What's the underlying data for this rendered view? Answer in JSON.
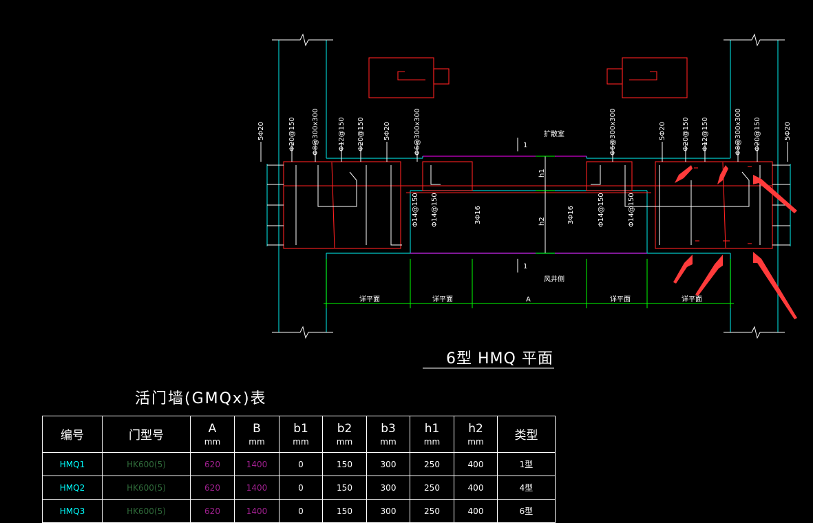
{
  "drawing": {
    "plan_title": "6型 HMQ  平面",
    "labels": {
      "room_top": "扩散室",
      "room_bottom": "风井侧",
      "h1": "h1",
      "h2": "h2",
      "section_mark": "1",
      "dim_b": "详平面",
      "dim_A": "A",
      "rebar_5phi20": "5Φ20",
      "rebar_phi20_150": "Φ20@150",
      "rebar_phi8_300": "Φ8@300x300",
      "rebar_phi12_150": "Φ12@150",
      "rebar_phi6_300": "Φ6@300x300",
      "rebar_phi14_150": "Φ14@150",
      "rebar_3phi16": "3Φ16"
    },
    "colors": {
      "outline": "#00c8c8",
      "rebar": "#ff2020",
      "dimension": "#00ff00",
      "magenta": "#ff00ff",
      "arrow": "#ff3b3b"
    }
  },
  "table": {
    "title": "活门墙(GMQx)表",
    "headers": [
      {
        "label": "编号",
        "unit": ""
      },
      {
        "label": "门型号",
        "unit": ""
      },
      {
        "label": "A",
        "unit": "mm"
      },
      {
        "label": "B",
        "unit": "mm"
      },
      {
        "label": "b1",
        "unit": "mm"
      },
      {
        "label": "b2",
        "unit": "mm"
      },
      {
        "label": "b3",
        "unit": "mm"
      },
      {
        "label": "h1",
        "unit": "mm"
      },
      {
        "label": "h2",
        "unit": "mm"
      },
      {
        "label": "类型",
        "unit": ""
      }
    ],
    "rows": [
      [
        "HMQ1",
        "HK600(5)",
        "620",
        "1400",
        "0",
        "150",
        "300",
        "250",
        "400",
        "1型"
      ],
      [
        "HMQ2",
        "HK600(5)",
        "620",
        "1400",
        "0",
        "150",
        "300",
        "250",
        "400",
        "4型"
      ],
      [
        "HMQ3",
        "HK600(5)",
        "620",
        "1400",
        "0",
        "150",
        "300",
        "250",
        "400",
        "6型"
      ]
    ]
  }
}
